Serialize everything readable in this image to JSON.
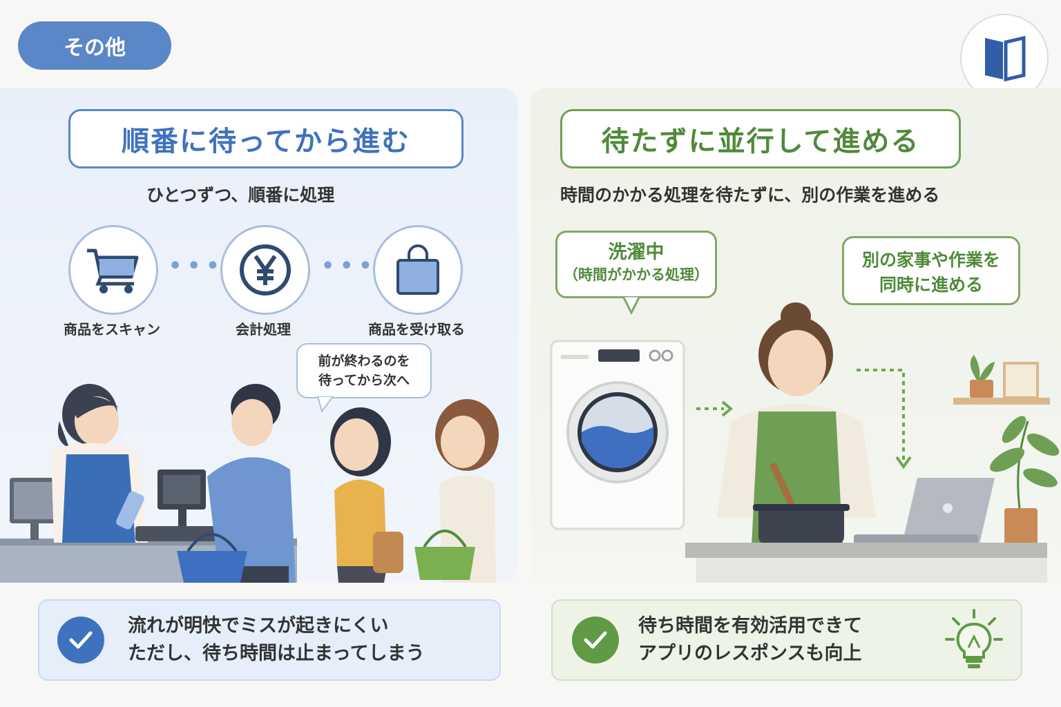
{
  "header": {
    "category_tag": "その他",
    "book_icon": "book-icon"
  },
  "left": {
    "title": "順番に待ってから進む",
    "subtitle": "ひとつずつ、順番に処理",
    "steps": [
      {
        "label": "商品をスキャン",
        "icon": "cart-icon"
      },
      {
        "label": "会計処理",
        "icon": "yen-icon"
      },
      {
        "label": "商品を受け取る",
        "icon": "bag-icon"
      }
    ],
    "bubble": {
      "line1": "前が終わるのを",
      "line2": "待ってから次へ"
    },
    "summary": {
      "line1": "流れが明快でミスが起きにくい",
      "line2": "ただし、待ち時間は止まってしまう"
    },
    "accent": "#5b86c8"
  },
  "right": {
    "title": "待たずに並行して進める",
    "subtitle": "時間のかかる処理を待たずに、別の作業を進める",
    "bubble_washing": {
      "line1": "洗濯中",
      "line2": "（時間がかかる処理）"
    },
    "bubble_tasks": {
      "line1": "別の家事や作業を",
      "line2": "同時に進める"
    },
    "summary": {
      "line1": "待ち時間を有効活用できて",
      "line2": "アプリのレスポンスも向上"
    },
    "accent": "#6f9f54"
  }
}
